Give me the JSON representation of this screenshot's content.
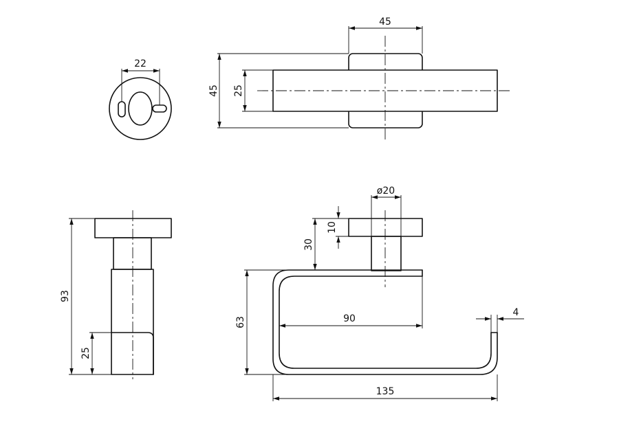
{
  "dimensions": {
    "d22": "22",
    "d45_top": "45",
    "d45_side": "45",
    "d25_side": "25",
    "d93": "93",
    "d25_bottom": "25",
    "d30": "30",
    "d10": "10",
    "d_dia20": "ø20",
    "d63": "63",
    "d90": "90",
    "d4": "4",
    "d135": "135"
  }
}
